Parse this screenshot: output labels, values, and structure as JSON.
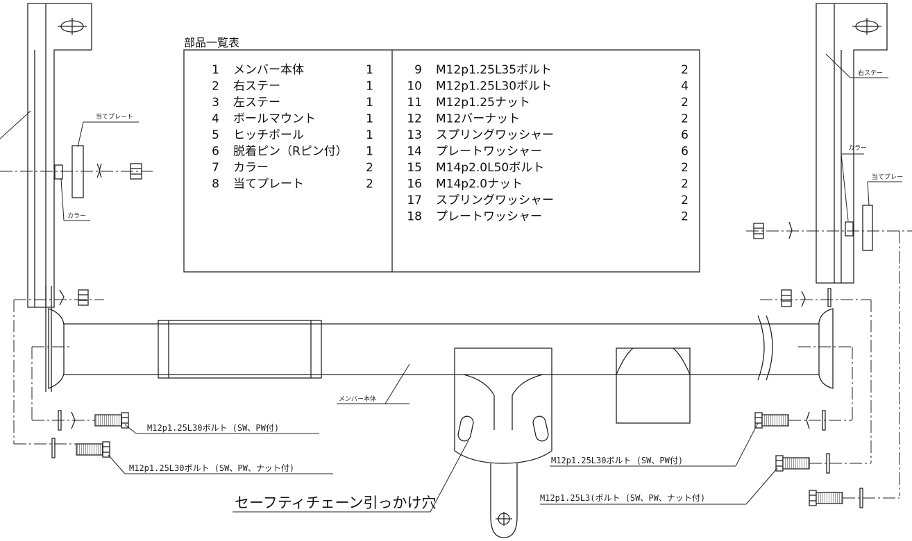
{
  "parts_table": {
    "title": "部品一覧表",
    "left": [
      {
        "no": "1",
        "name": "メンバー本体",
        "qty": "1"
      },
      {
        "no": "2",
        "name": "右ステー",
        "qty": "1"
      },
      {
        "no": "3",
        "name": "左ステー",
        "qty": "1"
      },
      {
        "no": "4",
        "name": "ボールマウント",
        "qty": "1"
      },
      {
        "no": "5",
        "name": "ヒッチボール",
        "qty": "1"
      },
      {
        "no": "6",
        "name": "脱着ピン（Rピン付）",
        "qty": "1"
      },
      {
        "no": "7",
        "name": "カラー",
        "qty": "2"
      },
      {
        "no": "8",
        "name": "当てプレート",
        "qty": "2"
      }
    ],
    "right": [
      {
        "no": "9",
        "name": "M12p1.25L35ボルト",
        "qty": "2"
      },
      {
        "no": "10",
        "name": "M12p1.25L30ボルト",
        "qty": "4"
      },
      {
        "no": "11",
        "name": "M12p1.25ナット",
        "qty": "2"
      },
      {
        "no": "12",
        "name": "M12バーナット",
        "qty": "2"
      },
      {
        "no": "13",
        "name": "スプリングワッシャー",
        "qty": "6"
      },
      {
        "no": "14",
        "name": "プレートワッシャー",
        "qty": "6"
      },
      {
        "no": "15",
        "name": "M14p2.0L50ボルト",
        "qty": "2"
      },
      {
        "no": "16",
        "name": "M14p2.0ナット",
        "qty": "2"
      },
      {
        "no": "17",
        "name": "スプリングワッシャー",
        "qty": "2"
      },
      {
        "no": "18",
        "name": "プレートワッシャー",
        "qty": "2"
      }
    ]
  },
  "labels": {
    "right_stay": "右ステー",
    "left_plate": "当てプレート",
    "left_collar": "カラー",
    "right_collar": "カラー",
    "right_plate": "当てプレー",
    "member": "メンバー本体",
    "bolt_left_1": "M12p1.25L30ボルト (SW、PW付)",
    "bolt_left_2": "M12p1.25L30ボルト (SW、PW、ナット付)",
    "bolt_right_1": "M12p1.25L30ボルト (SW、PW付)",
    "bolt_right_2": "M12p1.25L3(ボルト (SW、PW、ナット付)",
    "safety_chain": "セーフティチェーン引っかけ穴"
  }
}
